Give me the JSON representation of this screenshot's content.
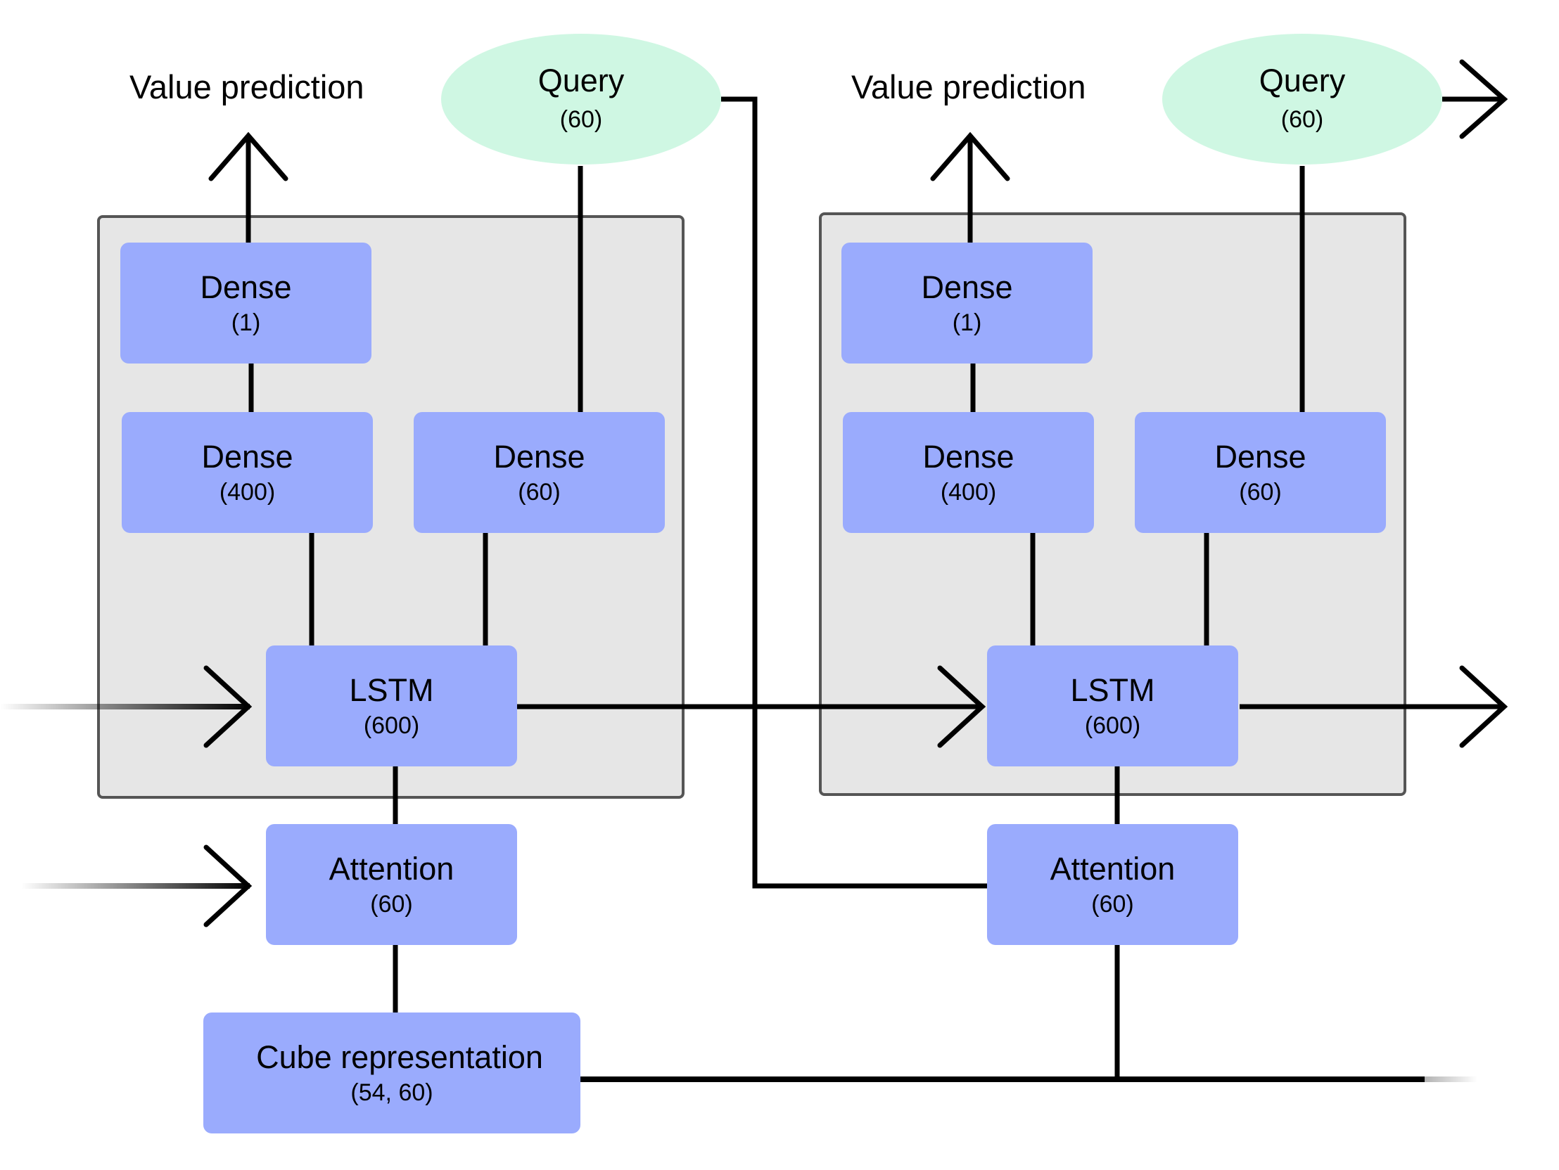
{
  "steps": [
    {
      "value_prediction": "Value prediction",
      "query": {
        "title": "Query",
        "size": "(60)"
      },
      "dense_1": {
        "title": "Dense",
        "size": "(1)"
      },
      "dense_400": {
        "title": "Dense",
        "size": "(400)"
      },
      "dense_60": {
        "title": "Dense",
        "size": "(60)"
      },
      "lstm": {
        "title": "LSTM",
        "size": "(600)"
      },
      "attention": {
        "title": "Attention",
        "size": "(60)"
      }
    },
    {
      "value_prediction": "Value prediction",
      "query": {
        "title": "Query",
        "size": "(60)"
      },
      "dense_1": {
        "title": "Dense",
        "size": "(1)"
      },
      "dense_400": {
        "title": "Dense",
        "size": "(400)"
      },
      "dense_60": {
        "title": "Dense",
        "size": "(60)"
      },
      "lstm": {
        "title": "LSTM",
        "size": "(600)"
      },
      "attention": {
        "title": "Attention",
        "size": "(60)"
      }
    }
  ],
  "cube_representation": {
    "title": "Cube representation",
    "size": "(54, 60)"
  },
  "colors": {
    "layer_box": "#9aabfd",
    "query_ellipse": "#cff7e3",
    "group_panel": "#e6e6e6",
    "line": "#000000"
  }
}
